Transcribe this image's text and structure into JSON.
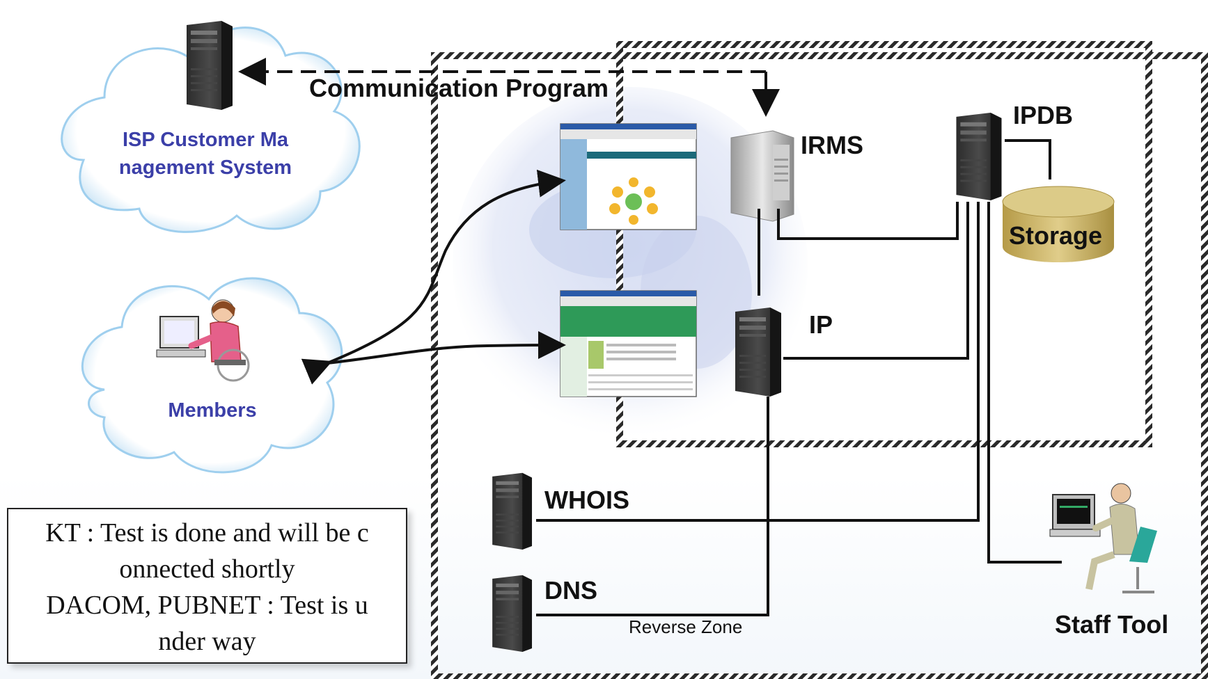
{
  "labels": {
    "communication_program": "Communication Program",
    "isp_line1": "ISP Customer Ma",
    "isp_line2": "nagement System",
    "members": "Members",
    "irms": "IRMS",
    "ipdb": "IPDB",
    "storage": "Storage",
    "ip": "IP",
    "whois": "WHOIS",
    "dns": "DNS",
    "reverse_zone": "Reverse Zone",
    "staff_tool": "Staff Tool"
  },
  "note": {
    "line1": "KT : Test is done and will be c",
    "line2": "onnected shortly",
    "line3": "DACOM, PUBNET : Test is u",
    "line4": "nder way"
  },
  "colors": {
    "cloud_text": "#3b3fa8",
    "storage": "#c9b268",
    "line": "#111111"
  },
  "icons": [
    "server-icon",
    "person-icon",
    "storage-cylinder-icon",
    "browser-screenshot-icon",
    "cloud-icon",
    "globe-icon"
  ]
}
